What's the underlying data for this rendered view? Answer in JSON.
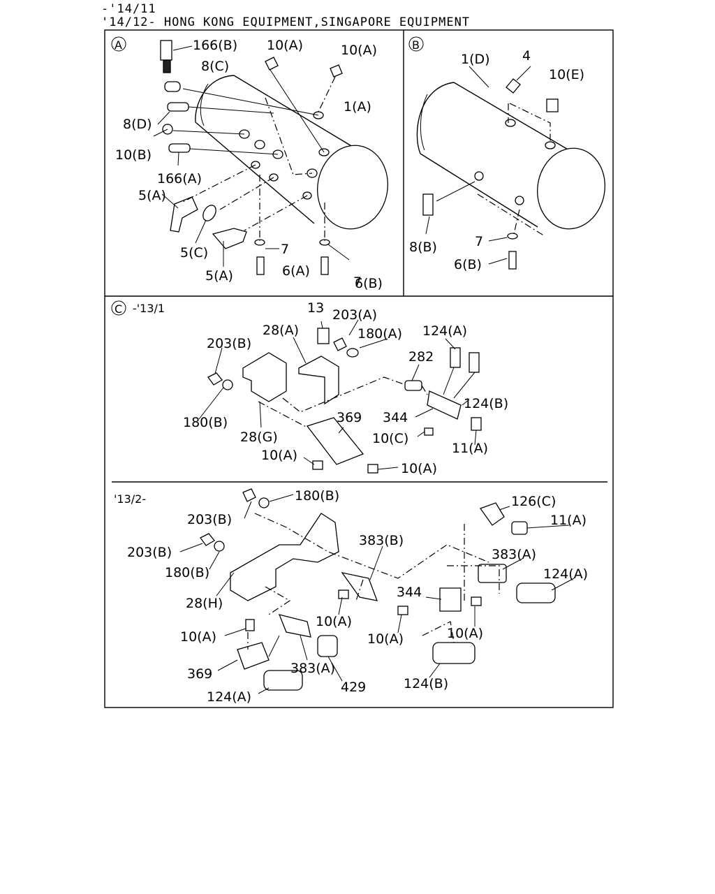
{
  "header": {
    "line1": "-'14/11",
    "line2": "'14/12- HONG KONG EQUIPMENT,SINGAPORE EQUIPMENT"
  },
  "panelA": {
    "marker": "A",
    "labels": {
      "p166B": "166(B)",
      "p10A_1": "10(A)",
      "p10A_2": "10(A)",
      "p8C": "8(C)",
      "p1A": "1(A)",
      "p8D": "8(D)",
      "p10B": "10(B)",
      "p166A": "166(A)",
      "p5A_1": "5(A)",
      "p5C": "5(C)",
      "p5A_2": "5(A)",
      "p7_1": "7",
      "p7_2": "7",
      "p6A": "6(A)",
      "p6B": "6(B)"
    }
  },
  "panelB": {
    "marker": "B",
    "labels": {
      "p1D": "1(D)",
      "p4": "4",
      "p10E": "10(E)",
      "p7": "7",
      "p8B": "8(B)",
      "p6B": "6(B)"
    }
  },
  "panelC": {
    "marker": "C",
    "range": "-'13/1",
    "labels": {
      "p13": "13",
      "p203A": "203(A)",
      "p180A": "180(A)",
      "p124A": "124(A)",
      "p28A": "28(A)",
      "p203B": "203(B)",
      "p282": "282",
      "p124B": "124(B)",
      "p344": "344",
      "p369": "369",
      "p180B": "180(B)",
      "p28G": "28(G)",
      "p10C": "10(C)",
      "p11A": "11(A)",
      "p10A_1": "10(A)",
      "p10A_2": "10(A)"
    }
  },
  "panelD": {
    "range": "'13/2-",
    "labels": {
      "p180B_1": "180(B)",
      "p126C": "126(C)",
      "p203B_1": "203(B)",
      "p11A": "11(A)",
      "p383B": "383(B)",
      "p383A_1": "383(A)",
      "p203B_2": "203(B)",
      "p124A_1": "124(A)",
      "p180B_2": "180(B)",
      "p344": "344",
      "p28H": "28(H)",
      "p10A_1": "10(A)",
      "p10A_2": "10(A)",
      "p10A_3": "10(A)",
      "p10A_4": "10(A)",
      "p369": "369",
      "p383A_2": "383(A)",
      "p124B": "124(B)",
      "p429": "429",
      "p124A_2": "124(A)"
    }
  }
}
